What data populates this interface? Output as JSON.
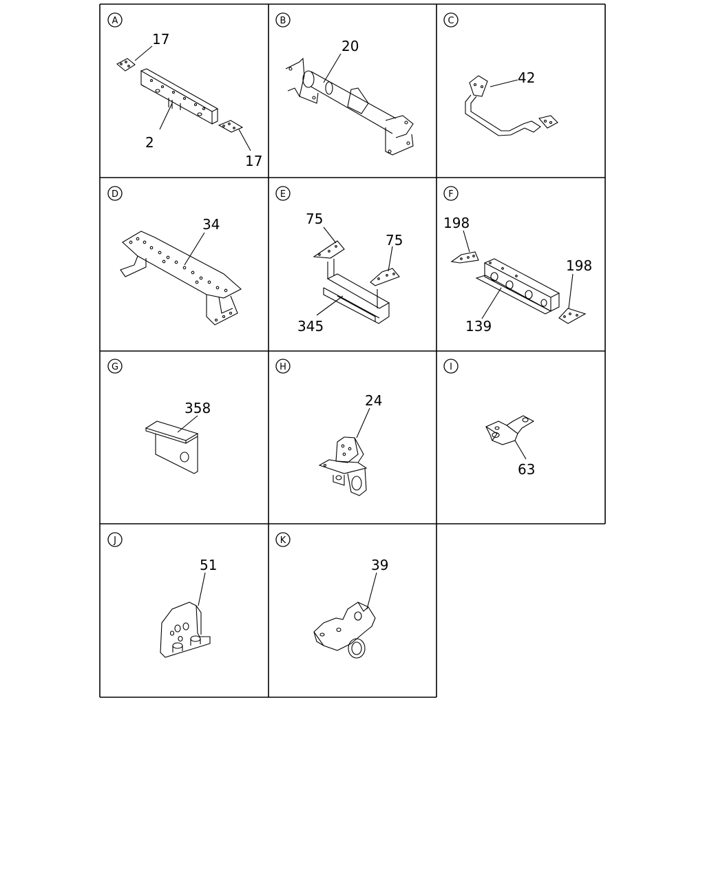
{
  "panels": [
    {
      "letter": "A",
      "callouts": [
        "17",
        "2",
        "17"
      ]
    },
    {
      "letter": "B",
      "callouts": [
        "20"
      ]
    },
    {
      "letter": "C",
      "callouts": [
        "42"
      ]
    },
    {
      "letter": "D",
      "callouts": [
        "34"
      ]
    },
    {
      "letter": "E",
      "callouts": [
        "75",
        "75",
        "345"
      ]
    },
    {
      "letter": "F",
      "callouts": [
        "198",
        "198",
        "139"
      ]
    },
    {
      "letter": "G",
      "callouts": [
        "358"
      ]
    },
    {
      "letter": "H",
      "callouts": [
        "24"
      ]
    },
    {
      "letter": "I",
      "callouts": [
        "63"
      ]
    },
    {
      "letter": "J",
      "callouts": [
        "51"
      ]
    },
    {
      "letter": "K",
      "callouts": [
        "39"
      ]
    }
  ],
  "colors": {
    "line": "#000000",
    "background": "#ffffff"
  }
}
